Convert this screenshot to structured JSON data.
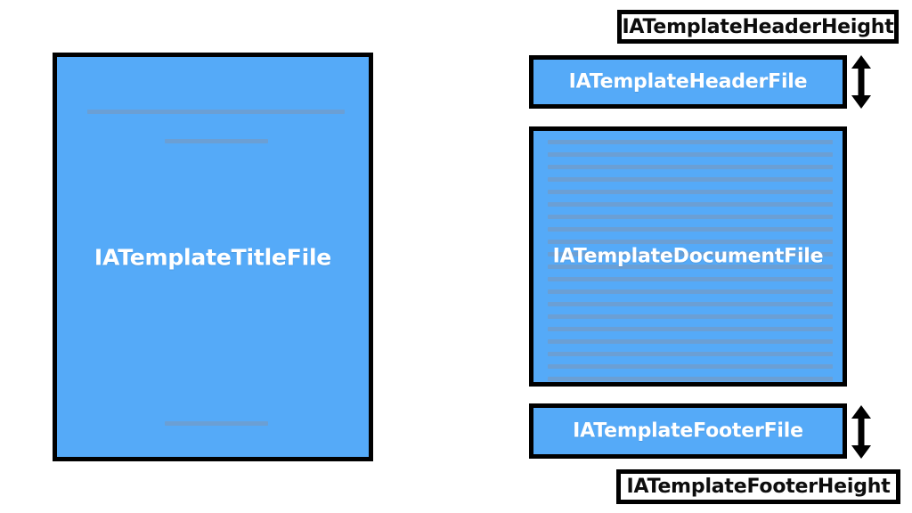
{
  "diagram": {
    "title_page": {
      "label": "IATemplateTitleFile",
      "decorative_lines": 3
    },
    "header_file": {
      "label": "IATemplateHeaderFile"
    },
    "document_file": {
      "label": "IATemplateDocumentFile",
      "text_line_count": 20
    },
    "footer_file": {
      "label": "IATemplateFooterFile"
    },
    "callouts": {
      "header_height": "IATemplateHeaderHeight",
      "footer_height": "IATemplateFooterHeight"
    },
    "arrows": {
      "header_dimension": "double-headed-vertical-arrow",
      "footer_dimension": "double-headed-vertical-arrow"
    },
    "colors": {
      "page_fill": "#55aaf8",
      "page_border": "#000000",
      "text_line": "#6b9fd4",
      "label_text": "#ffffff",
      "callout_text": "#0d0d0d",
      "background": "#ffffff"
    }
  }
}
